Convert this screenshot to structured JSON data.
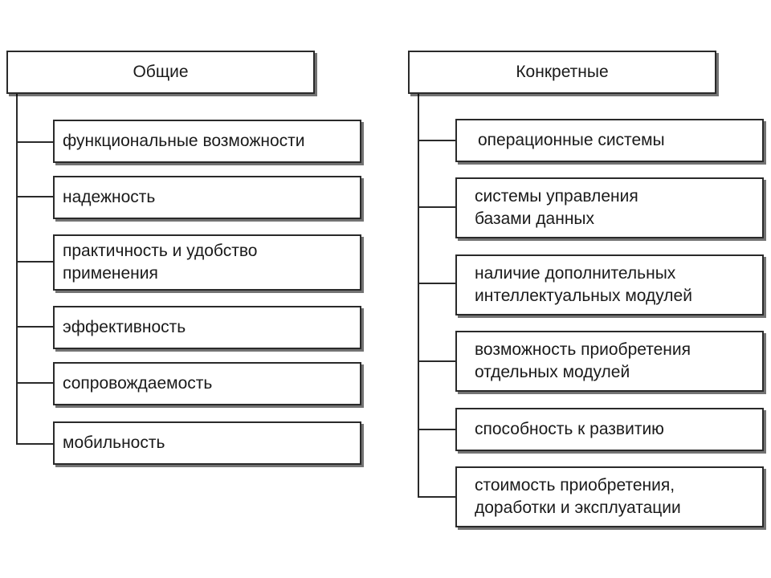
{
  "left_group": {
    "title": "Общие",
    "items": [
      {
        "label": "функциональные возможности"
      },
      {
        "label": "надежность"
      },
      {
        "label": "практичность и удобство\nприменения"
      },
      {
        "label": "эффективность"
      },
      {
        "label": "сопровождаемость"
      },
      {
        "label": "мобильность"
      }
    ]
  },
  "right_group": {
    "title": "Конкретные",
    "items": [
      {
        "label": "операционные системы"
      },
      {
        "label": "системы управления\nбазами данных"
      },
      {
        "label": "наличие дополнительных\nинтеллектуальных модулей"
      },
      {
        "label": "возможность приобретения\nотдельных модулей"
      },
      {
        "label": "способность к развитию"
      },
      {
        "label": "стоимость приобретения,\nдоработки и эксплуатации"
      }
    ]
  }
}
